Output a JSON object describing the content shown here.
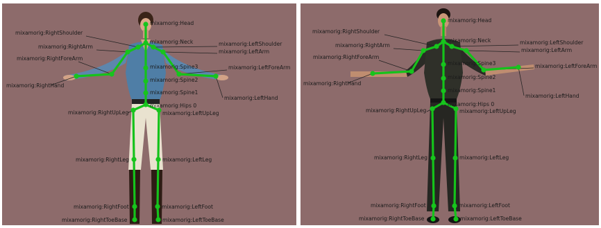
{
  "panels": [
    {
      "id": "left",
      "colors": {
        "background": "#8d6b6b",
        "bone": "#15c21b"
      },
      "labels": {
        "head": "mixamorig:Head",
        "neck": "mixamorig:Neck",
        "right_shoulder": "mixamorig:RightShoulder",
        "left_shoulder": "mixamorig:LeftShoulder",
        "right_arm": "mixamorig:RightArm",
        "left_arm": "mixamorig:LeftArm",
        "right_forearm": "mixamorig:RightForeArm",
        "left_forearm": "mixamorig:LeftForeArm",
        "spine3": "mixamorig:Spine3",
        "spine2": "mixamorig:Spine2",
        "spine1": "mixamorig:Spine1",
        "right_hand": "mixamorig:RightHand",
        "left_hand": "mixamorig:LeftHand",
        "hips": "mixamorig:Hips 0",
        "right_up_leg": "mixamorig:RightUpLeg",
        "left_up_leg": "mixamorig:LeftUpLeg",
        "right_leg": "mixamorig:RightLeg",
        "left_leg": "mixamorig:LeftLeg",
        "right_foot": "mixamorig:RightFoot",
        "left_foot": "mixamorig:LeftFoot",
        "right_toe_base": "mixamorig:RightToeBase",
        "left_toe_base": "mixamorig:LeftToeBase"
      }
    },
    {
      "id": "right",
      "colors": {
        "background": "#8d6b6b",
        "bone": "#15c21b"
      },
      "labels": {
        "head": "mixamorig:Head",
        "neck": "mixamorig:Neck",
        "right_shoulder": "mixamorig:RightShoulder",
        "left_shoulder": "mixamorig:LeftShoulder",
        "right_arm": "mixamorig:RightArm",
        "left_arm": "mixamorig:LeftArm",
        "right_forearm": "mixamorig:RightForeArm",
        "left_forearm": "mixamorig:LeftForeArm",
        "spine3": "mixamorig:Spine3",
        "spine2": "mixamorig:Spine2",
        "spine1": "mixamorig:Spine1",
        "right_hand": "mixamorig:RightHand",
        "left_hand": "mixamorig:LeftHand",
        "hips": "mixamorig:Hips 0",
        "right_up_leg": "mixamorig:RightUpLeg",
        "left_up_leg": "mixamorig:LeftUpLeg",
        "right_leg": "mixamorig:RightLeg",
        "left_leg": "mixamorig:LeftLeg",
        "right_foot": "mixamorig:RightFoot",
        "left_foot": "mixamorig:LeftFoot",
        "right_toe_base": "mixamorig:RightToeBase",
        "left_toe_base": "mixamorig:LeftToeBase"
      }
    }
  ]
}
